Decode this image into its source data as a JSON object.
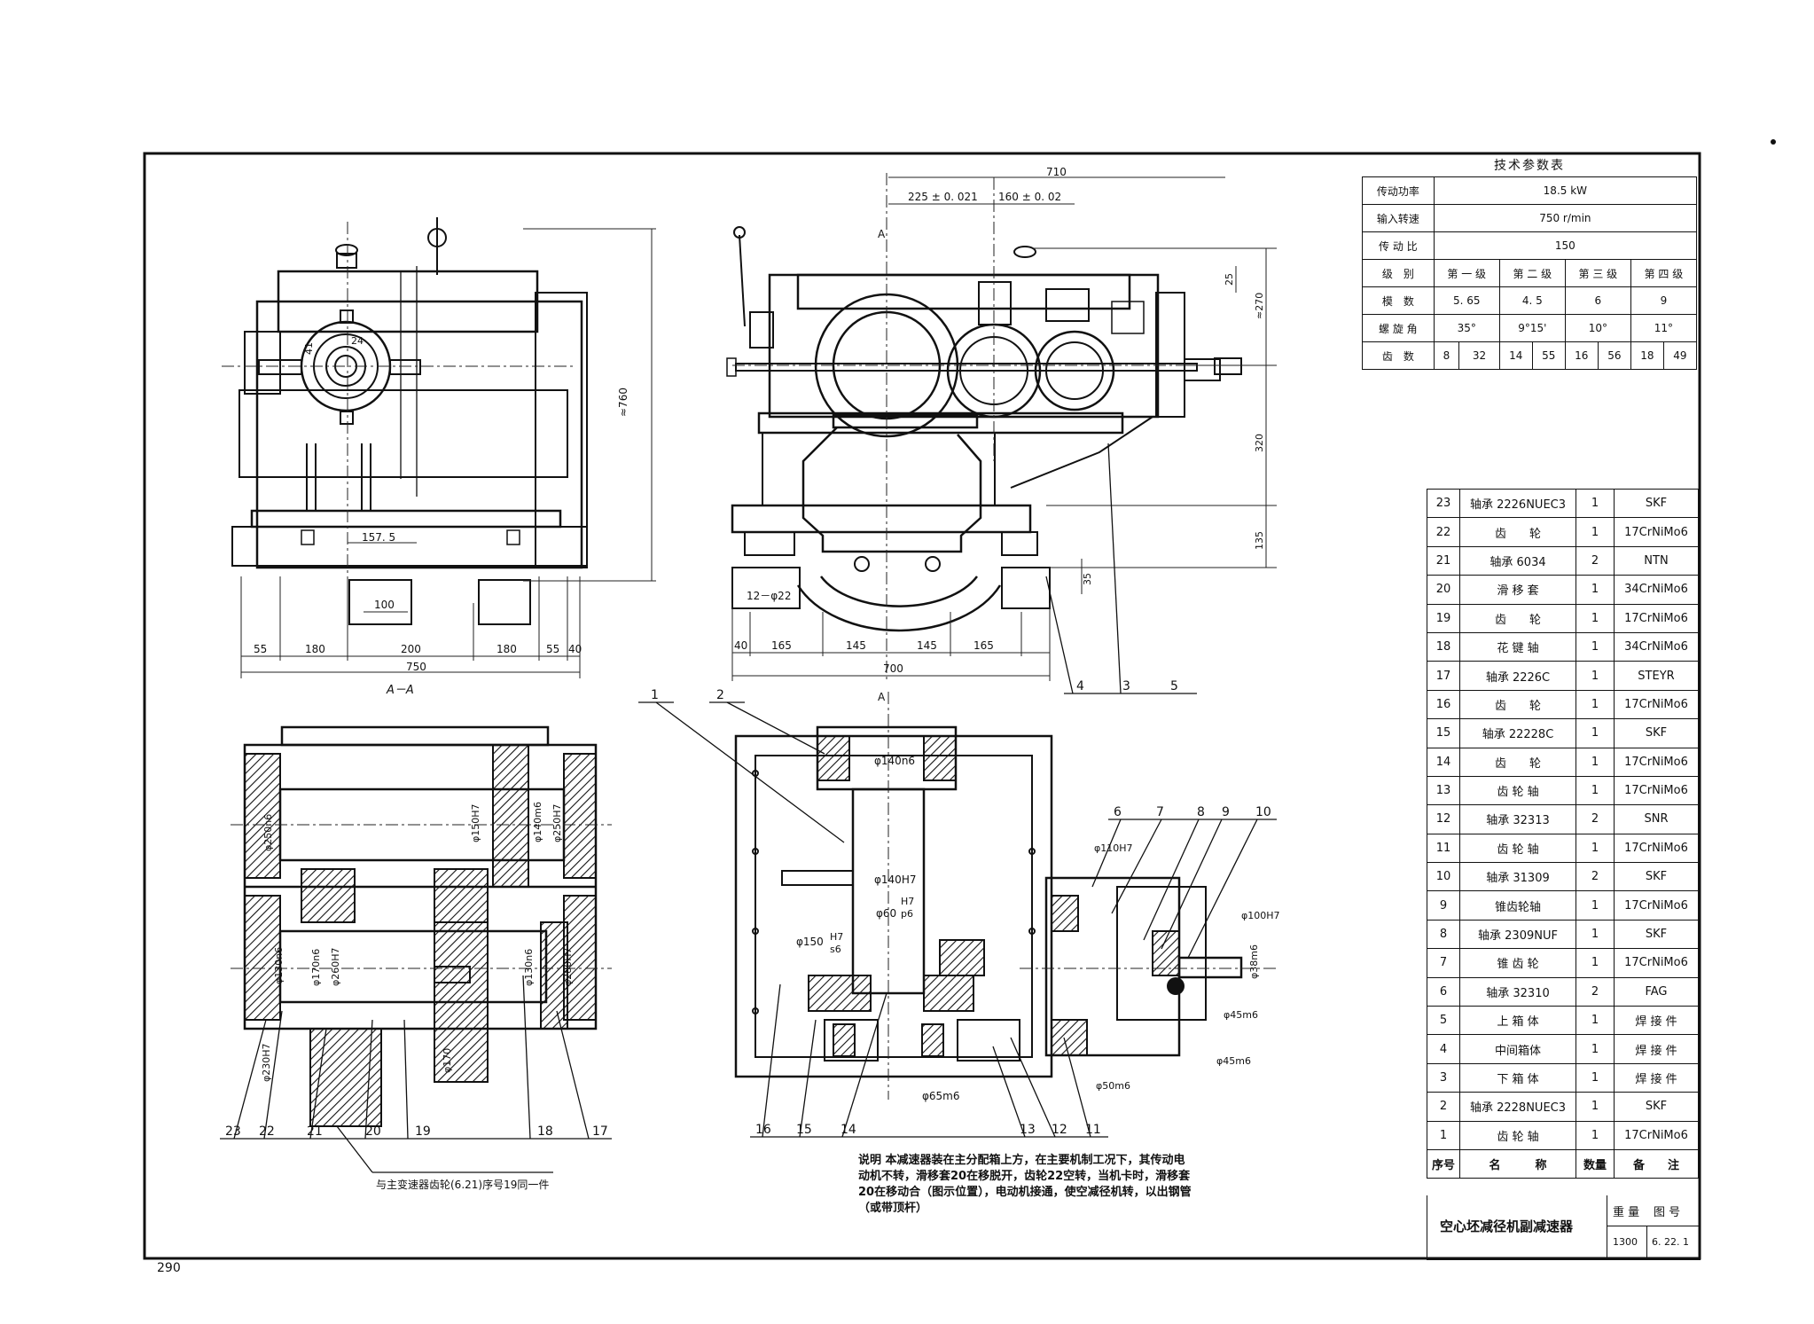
{
  "page_number": "290",
  "views": {
    "left_top_label": "A－A",
    "section_marker": "A"
  },
  "dimensions": {
    "d_225": "225 ± 0. 021",
    "d_160": "160 ± 0. 02",
    "d_710": "710",
    "d_760": "≈760",
    "d_270": "≈270",
    "d_25": "25",
    "d_320": "320",
    "d_135": "135",
    "d_35": "35",
    "d_157_5": "157. 5",
    "d_100": "100",
    "d_55a": "55",
    "d_180a": "180",
    "d_200": "200",
    "d_180b": "180",
    "d_55b": "55",
    "d_40a": "40",
    "d_750": "750",
    "d_12phi22": "12－φ22",
    "d_40b": "40",
    "d_165": "165",
    "d_145a": "145",
    "d_145b": "145",
    "d_165b": "165",
    "d_700": "700",
    "d_140n6": "φ140n6",
    "d_140H7": "φ140H7",
    "d_60": "φ60",
    "d_H7p6": "H7",
    "d_H7p6b": "p6",
    "d_150": "φ150",
    "d_H7s6a": "H7",
    "d_H7s6b": "s6",
    "d_65m6": "φ65m6",
    "d_110H7": "φ110H7",
    "d_100H7": "φ100H7",
    "d_38m6": "φ38m6",
    "d_45m6a": "φ45m6",
    "d_45m6b": "φ45m6",
    "d_50m6": "φ50m6",
    "d_250n6": "φ250n6",
    "d_140m6": "φ140m6",
    "d_150H7": "φ150H7",
    "d_250H7": "φ250H7",
    "d_130n6a": "φ130n6",
    "d_170n6": "φ170n6",
    "d_260H7": "φ260H7",
    "d_130n6b": "φ130n6",
    "d_280H7": "φ280H7",
    "d_230H7": "φ230H7",
    "d_170": "φ170",
    "d_24": "24",
    "d_41": "41"
  },
  "callouts": {
    "c1": "1",
    "c2": "2",
    "c5": "5",
    "c6": "6",
    "c7": "7",
    "c8": "8",
    "c9": "9",
    "c10": "10",
    "c11": "11",
    "c12": "12",
    "c13": "13",
    "c14": "14",
    "c15": "15",
    "c16": "16",
    "c17": "17",
    "c18": "18",
    "c19": "19",
    "c20": "20",
    "c21": "21",
    "c22": "22",
    "c23": "23",
    "c_4": "4",
    "c_3": "3"
  },
  "annotation_bottom": "与主变速器齿轮(6.21)序号19同一件",
  "note": "说明  本减速器装在主分配箱上方，在主要机制工况下，其传动电动机不转，滑移套20在移脱开，齿轮22空转，当机卡时，滑移套20在移动合（图示位置），电动机接通，使空减径机转，以出钢管（或带顶杆）",
  "tech_table": {
    "title": "技术参数表",
    "power_label": "传动功率",
    "power_value": "18.5 kW",
    "speed_label": "输入转速",
    "speed_value": "750 r/min",
    "ratio_label": "传 动 比",
    "ratio_value": "150",
    "stage_label": "级　别",
    "stages": [
      "第 一 级",
      "第 二 级",
      "第 三 级",
      "第 四 级"
    ],
    "module_label": "模　数",
    "modules": [
      "5. 65",
      "4. 5",
      "6",
      "9"
    ],
    "helix_label": "螺 旋 角",
    "helix": [
      "35°",
      "9°15'",
      "10°",
      "11°"
    ],
    "teeth_label": "齿　数",
    "teeth": [
      "8",
      "32",
      "14",
      "55",
      "16",
      "56",
      "18",
      "49"
    ]
  },
  "bom": {
    "rows": [
      {
        "no": "23",
        "name": "轴承 2226NUEC3",
        "qty": "1",
        "remark": "SKF"
      },
      {
        "no": "22",
        "name": "齿　　轮",
        "qty": "1",
        "remark": "17CrNiMo6"
      },
      {
        "no": "21",
        "name": "轴承 6034",
        "qty": "2",
        "remark": "NTN"
      },
      {
        "no": "20",
        "name": "滑 移 套",
        "qty": "1",
        "remark": "34CrNiMo6"
      },
      {
        "no": "19",
        "name": "齿　　轮",
        "qty": "1",
        "remark": "17CrNiMo6"
      },
      {
        "no": "18",
        "name": "花 键 轴",
        "qty": "1",
        "remark": "34CrNiMo6"
      },
      {
        "no": "17",
        "name": "轴承 2226C",
        "qty": "1",
        "remark": "STEYR"
      },
      {
        "no": "16",
        "name": "齿　　轮",
        "qty": "1",
        "remark": "17CrNiMo6"
      },
      {
        "no": "15",
        "name": "轴承 22228C",
        "qty": "1",
        "remark": "SKF"
      },
      {
        "no": "14",
        "name": "齿　　轮",
        "qty": "1",
        "remark": "17CrNiMo6"
      },
      {
        "no": "13",
        "name": "齿 轮 轴",
        "qty": "1",
        "remark": "17CrNiMo6"
      },
      {
        "no": "12",
        "name": "轴承 32313",
        "qty": "2",
        "remark": "SNR"
      },
      {
        "no": "11",
        "name": "齿 轮 轴",
        "qty": "1",
        "remark": "17CrNiMo6"
      },
      {
        "no": "10",
        "name": "轴承 31309",
        "qty": "2",
        "remark": "SKF"
      },
      {
        "no": "9",
        "name": "锥齿轮轴",
        "qty": "1",
        "remark": "17CrNiMo6"
      },
      {
        "no": "8",
        "name": "轴承 2309NUF",
        "qty": "1",
        "remark": "SKF"
      },
      {
        "no": "7",
        "name": "锥 齿 轮",
        "qty": "1",
        "remark": "17CrNiMo6"
      },
      {
        "no": "6",
        "name": "轴承 32310",
        "qty": "2",
        "remark": "FAG"
      },
      {
        "no": "5",
        "name": "上 箱 体",
        "qty": "1",
        "remark": "焊 接 件"
      },
      {
        "no": "4",
        "name": "中间箱体",
        "qty": "1",
        "remark": "焊 接 件"
      },
      {
        "no": "3",
        "name": "下 箱 体",
        "qty": "1",
        "remark": "焊 接 件"
      },
      {
        "no": "2",
        "name": "轴承 2228NUEC3",
        "qty": "1",
        "remark": "SKF"
      },
      {
        "no": "1",
        "name": "齿 轮 轴",
        "qty": "1",
        "remark": "17CrNiMo6"
      }
    ],
    "header": {
      "no": "序号",
      "name": "名　　　称",
      "qty": "数量",
      "remark": "备　　注"
    }
  },
  "title_block": {
    "name": "空心坯减径机副减速器",
    "weight_label": "重 量",
    "drawing_label": "图 号",
    "weight_value": "1300",
    "drawing_value": "6. 22. 1"
  }
}
